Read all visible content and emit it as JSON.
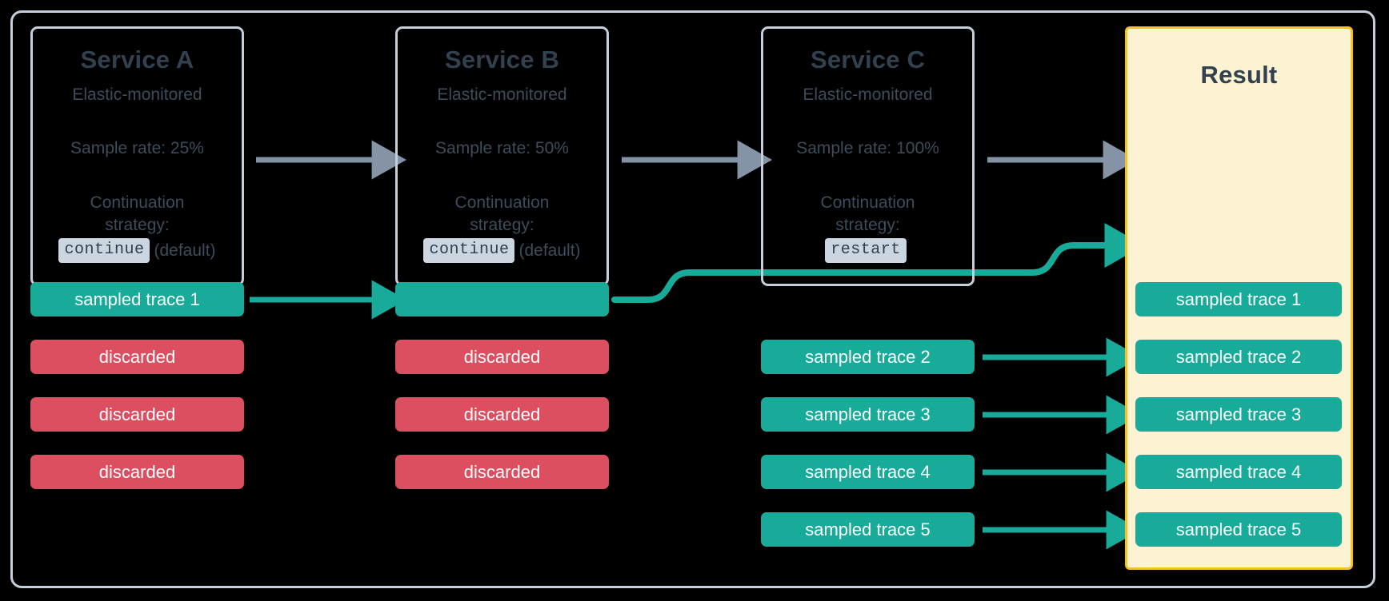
{
  "diagram": {
    "title": "Distributed trace sampling across Elastic-monitored services",
    "background_color": "#000000",
    "frame_border_color": "#c5cfdb",
    "colors": {
      "sampled": "#19ab9a",
      "discarded": "#db4f61",
      "service_border": "#c5cfdb",
      "service_text": "#32414f",
      "gray_arrow": "#8494a6",
      "result_fill": "#fdf3d3",
      "result_border": "#f6c223",
      "code_chip_bg": "#ccd6e0"
    }
  },
  "services": [
    {
      "id": "service-a",
      "title": "Service A",
      "subtitle": "Elastic-monitored",
      "sample_rate": "Sample rate: 25%",
      "strategy_label_line1": "Continuation",
      "strategy_label_line2": "strategy:",
      "strategy_value": "continue",
      "strategy_note": "(default)"
    },
    {
      "id": "service-b",
      "title": "Service B",
      "subtitle": "Elastic-monitored",
      "sample_rate": "Sample rate: 50%",
      "strategy_label_line1": "Continuation",
      "strategy_label_line2": "strategy:",
      "strategy_value": "continue",
      "strategy_note": "(default)"
    },
    {
      "id": "service-c",
      "title": "Service C",
      "subtitle": "Elastic-monitored",
      "sample_rate": "Sample rate: 100%",
      "strategy_label_line1": "Continuation",
      "strategy_label_line2": "strategy:",
      "strategy_value": "restart",
      "strategy_note": ""
    }
  ],
  "result": {
    "title": "Result"
  },
  "columns": {
    "service_a_traces": [
      {
        "label": "sampled trace 1",
        "state": "sampled"
      },
      {
        "label": "discarded",
        "state": "discarded"
      },
      {
        "label": "discarded",
        "state": "discarded"
      },
      {
        "label": "discarded",
        "state": "discarded"
      }
    ],
    "service_b_traces": [
      {
        "label": "",
        "state": "sampled"
      },
      {
        "label": "discarded",
        "state": "discarded"
      },
      {
        "label": "discarded",
        "state": "discarded"
      },
      {
        "label": "discarded",
        "state": "discarded"
      }
    ],
    "service_c_traces": [
      {
        "label": "sampled trace 2",
        "state": "sampled"
      },
      {
        "label": "sampled trace 3",
        "state": "sampled"
      },
      {
        "label": "sampled trace 4",
        "state": "sampled"
      },
      {
        "label": "sampled trace 5",
        "state": "sampled"
      }
    ],
    "result_traces": [
      {
        "label": "sampled trace 1",
        "state": "sampled"
      },
      {
        "label": "sampled trace 2",
        "state": "sampled"
      },
      {
        "label": "sampled trace 3",
        "state": "sampled"
      },
      {
        "label": "sampled trace 4",
        "state": "sampled"
      },
      {
        "label": "sampled trace 5",
        "state": "sampled"
      }
    ]
  },
  "connectors": {
    "gray_flow_arrows": 3,
    "teal_trace_arrows": 5,
    "teal_curved_arrow_label": "sampled trace 1 routed from Service B to Result"
  }
}
